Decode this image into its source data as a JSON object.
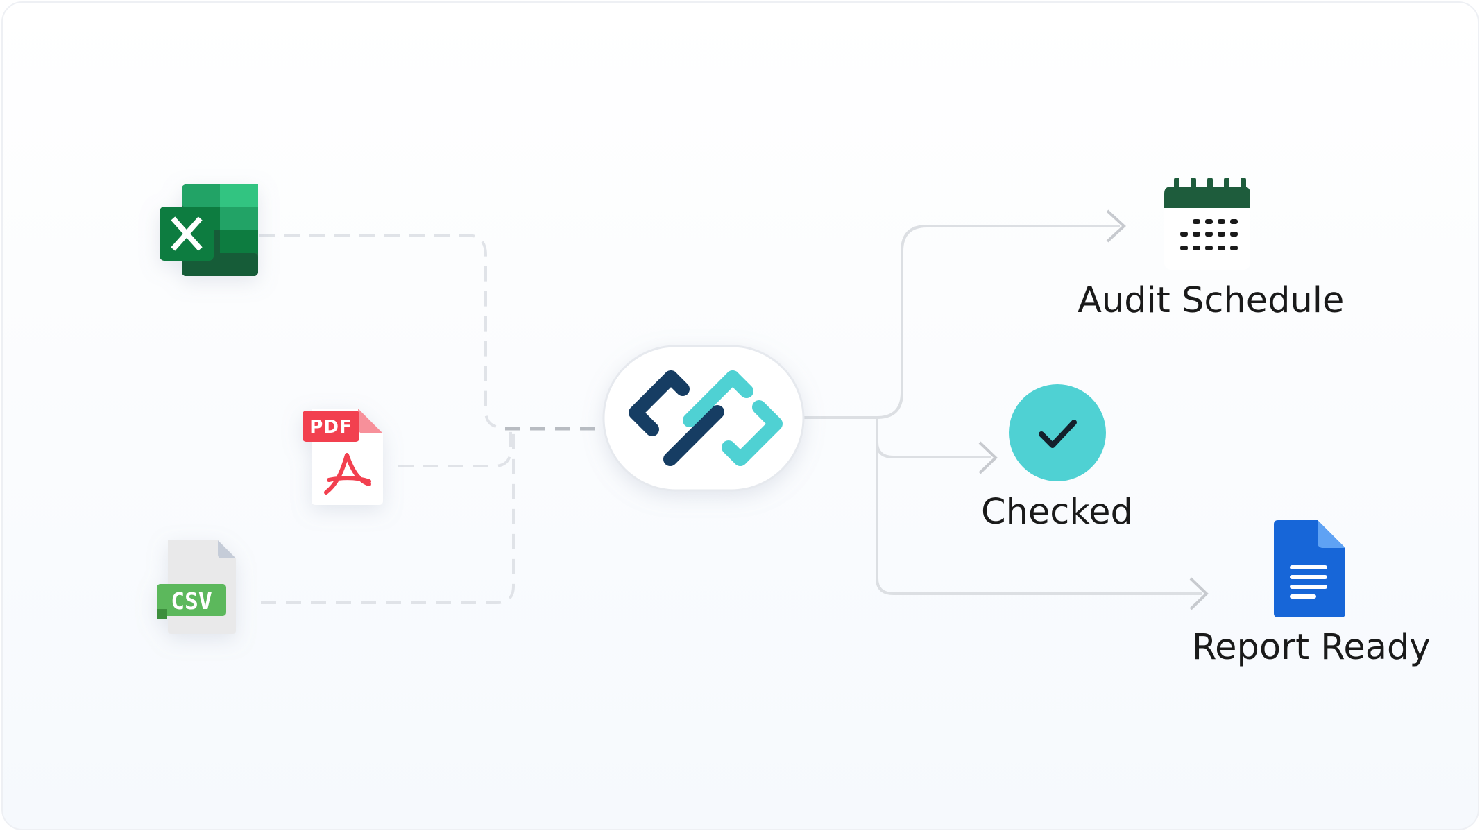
{
  "inputs": {
    "csv_badge": "CSV",
    "pdf_badge": "PDF"
  },
  "outputs": {
    "audit_schedule": "Audit Schedule",
    "checked": "Checked",
    "report_ready": "Report Ready"
  },
  "colors": {
    "excel_green": "#1d6f42",
    "pdf_red": "#f24150",
    "csv_green": "#5cb85c",
    "calendar_green": "#1e5c3c",
    "check_teal": "#4fd1d3",
    "logo_navy": "#163d63",
    "logo_teal": "#4fd1d3",
    "doc_blue": "#1766d8"
  },
  "icons": {
    "excel": "excel-icon",
    "pdf": "pdf-icon",
    "csv": "csv-icon",
    "hub": "chain-link-logo-icon",
    "calendar": "calendar-icon",
    "check": "check-circle-icon",
    "document": "document-icon"
  }
}
